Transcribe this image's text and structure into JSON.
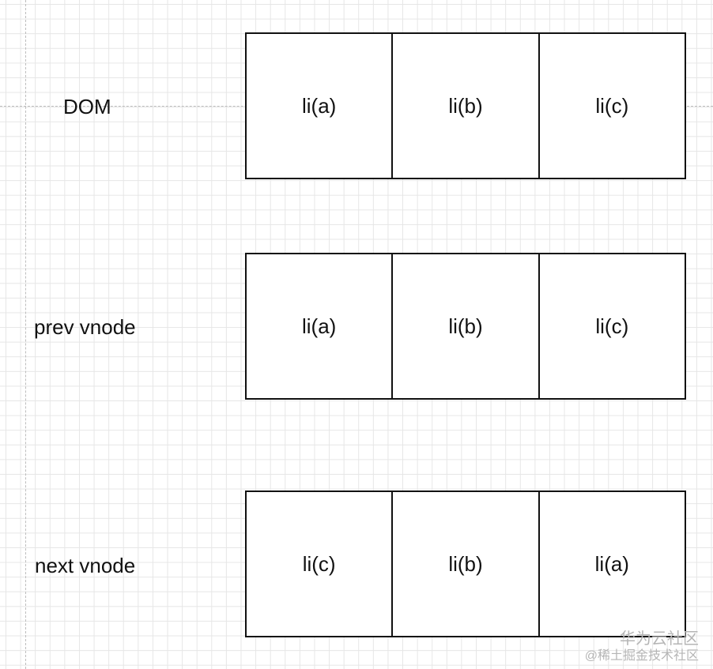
{
  "rows": [
    {
      "label": "DOM",
      "cells": [
        "li(a)",
        "li(b)",
        "li(c)"
      ]
    },
    {
      "label": "prev vnode",
      "cells": [
        "li(a)",
        "li(b)",
        "li(c)"
      ]
    },
    {
      "label": "next vnode",
      "cells": [
        "li(c)",
        "li(b)",
        "li(a)"
      ]
    }
  ],
  "watermark": {
    "line1": "华为云社区",
    "line2": "@稀土掘金技术社区"
  }
}
